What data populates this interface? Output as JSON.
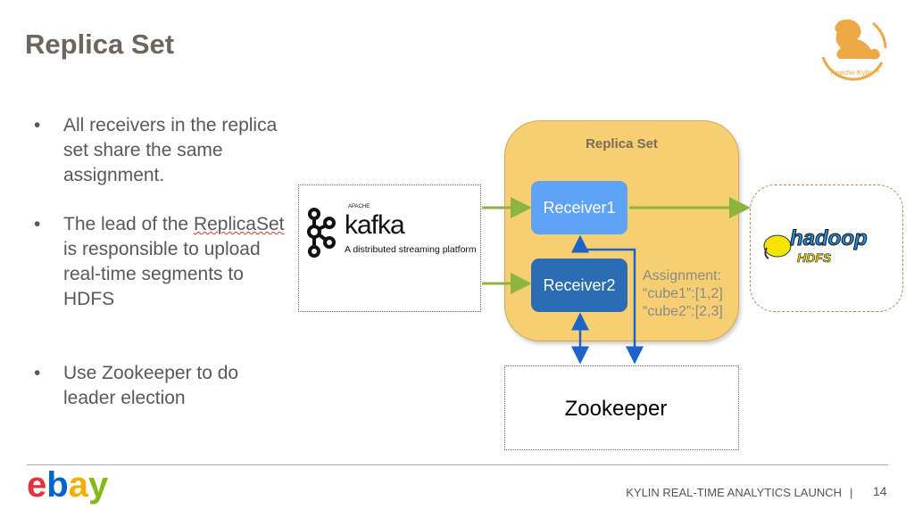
{
  "title": "Replica Set",
  "bullets": [
    {
      "pre": "All receivers in the replica set share the same assignment.",
      "spell": "",
      "post": ""
    },
    {
      "pre": "The lead of the ",
      "spell": "ReplicaSet",
      "post": " is responsible to upload real-time segments to HDFS"
    },
    {
      "pre": "Use Zookeeper to do leader election",
      "spell": "",
      "post": ""
    }
  ],
  "diagram": {
    "kafka": {
      "apache": "APACHE",
      "name": "kafka",
      "tagline": "A distributed streaming platform"
    },
    "replica_set_label": "Replica Set",
    "receiver1": "Receiver1",
    "receiver2": "Receiver2",
    "assignment": [
      "Assignment:",
      "“cube1”:[1,2]",
      "“cube2”:[2,3]"
    ],
    "hdfs": {
      "name": "hadoop",
      "sub": "HDFS"
    },
    "zookeeper": "Zookeeper",
    "colors": {
      "replica_fill": "#f6cf72",
      "receiver1": "#5ea3f6",
      "receiver2": "#2b6db4",
      "data_arrow": "#8db43e",
      "control_arrow": "#1e63c8"
    }
  },
  "logo": {
    "kylin": "Apache Kylin™",
    "ebay": "ebay"
  },
  "footer": {
    "text": "KYLIN REAL-TIME ANALYTICS LAUNCH",
    "separator": "|",
    "page": "14"
  }
}
